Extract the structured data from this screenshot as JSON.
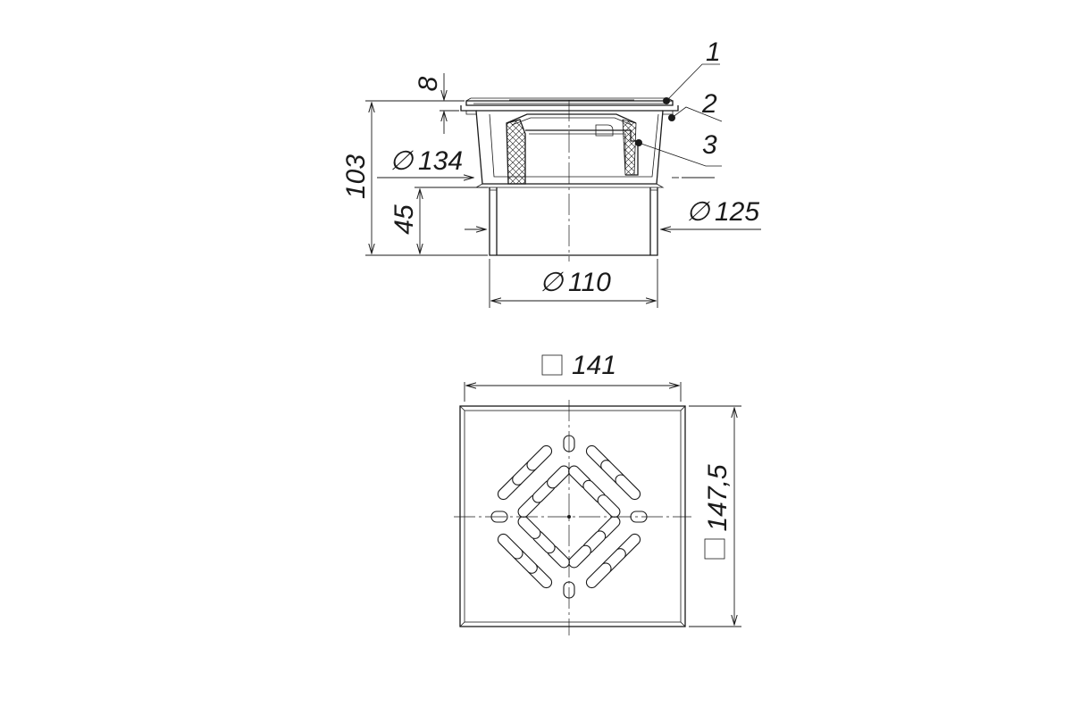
{
  "side_view": {
    "dim_8": "8",
    "dim_103": "103",
    "dim_134": "134",
    "dim_45": "45",
    "dim_125": "125",
    "dim_110": "110",
    "callout_1": "1",
    "callout_2": "2",
    "callout_3": "3",
    "diameter_symbol": "∅"
  },
  "top_view": {
    "dim_141": "141",
    "dim_147_5": "147,5",
    "square_symbol": "□"
  }
}
